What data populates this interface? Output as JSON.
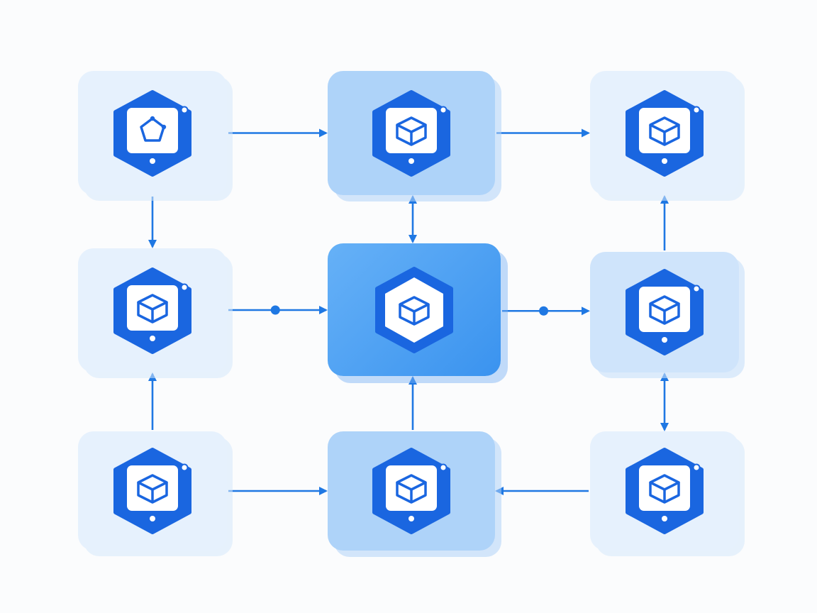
{
  "diagram": {
    "colors": {
      "background": "#fbfcfd",
      "link": "#1f78e3",
      "badge_fill": "#1a66e0",
      "badge_inner": "#ffffff",
      "glyph": "#1a66e0",
      "hub_inner_bg": "#ffffff"
    },
    "nodes": [
      {
        "id": "top-left",
        "tone": "light",
        "badge": "shield",
        "glyph": "pentagon-icon"
      },
      {
        "id": "top-center",
        "tone": "strong",
        "badge": "tablet",
        "glyph": "cube-icon"
      },
      {
        "id": "top-right",
        "tone": "light",
        "badge": "tablet",
        "glyph": "cube-icon"
      },
      {
        "id": "middle-left",
        "tone": "light",
        "badge": "tablet",
        "glyph": "cube-icon"
      },
      {
        "id": "middle-center",
        "tone": "hub",
        "badge": "hexagon",
        "glyph": "cube-icon"
      },
      {
        "id": "middle-right",
        "tone": "mid",
        "badge": "tablet",
        "glyph": "cube-icon"
      },
      {
        "id": "bottom-left",
        "tone": "light",
        "badge": "shield",
        "glyph": "cube-icon"
      },
      {
        "id": "bottom-center",
        "tone": "strong",
        "badge": "tablet",
        "glyph": "cube-icon"
      },
      {
        "id": "bottom-right",
        "tone": "light",
        "badge": "tablet",
        "glyph": "cube-icon"
      }
    ],
    "edges": [
      {
        "from": "top-left",
        "to": "top-center",
        "direction": "forward",
        "dot": false
      },
      {
        "from": "top-center",
        "to": "top-right",
        "direction": "forward",
        "dot": false
      },
      {
        "from": "top-left",
        "to": "middle-left",
        "direction": "forward",
        "dot": false
      },
      {
        "from": "top-center",
        "to": "middle-center",
        "direction": "both",
        "dot": false
      },
      {
        "from": "middle-right",
        "to": "top-right",
        "direction": "forward",
        "dot": false
      },
      {
        "from": "middle-left",
        "to": "middle-center",
        "direction": "forward",
        "dot": true
      },
      {
        "from": "middle-center",
        "to": "middle-right",
        "direction": "forward",
        "dot": true
      },
      {
        "from": "bottom-left",
        "to": "middle-left",
        "direction": "forward",
        "dot": false
      },
      {
        "from": "bottom-center",
        "to": "middle-center",
        "direction": "forward",
        "dot": false
      },
      {
        "from": "middle-right",
        "to": "bottom-right",
        "direction": "both",
        "dot": false
      },
      {
        "from": "bottom-left",
        "to": "bottom-center",
        "direction": "forward",
        "dot": false
      },
      {
        "from": "bottom-right",
        "to": "bottom-center",
        "direction": "forward",
        "dot": false
      }
    ]
  }
}
